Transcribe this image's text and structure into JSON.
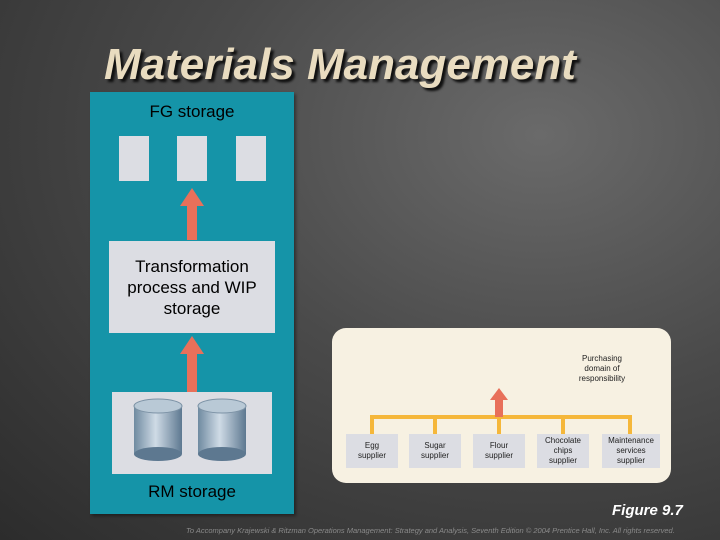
{
  "title": "Materials Management",
  "panel": {
    "fg_storage_label": "FG storage",
    "transformation_label": "Transformation\nprocess and WIP\nstorage",
    "rm_storage_label": "RM storage"
  },
  "purchasing": {
    "label": "Purchasing\ndomain of\nresponsibility",
    "suppliers": [
      "Egg\nsupplier",
      "Sugar\nsupplier",
      "Flour\nsupplier",
      "Chocolate\nchips\nsupplier",
      "Maintenance\nservices\nsupplier"
    ]
  },
  "figure_label": "Figure 9.7",
  "footer": "To Accompany Krajewski & Ritzman Operations Management: Strategy and Analysis, Seventh Edition © 2004 Prentice Hall, Inc. All rights reserved.",
  "colors": {
    "panel": "#1594a8",
    "box": "#dcdde3",
    "arrow": "#e8705a",
    "branch": "#f5b73a",
    "purchasing_bg": "#f7f1e2",
    "title": "#e9dcc0"
  }
}
